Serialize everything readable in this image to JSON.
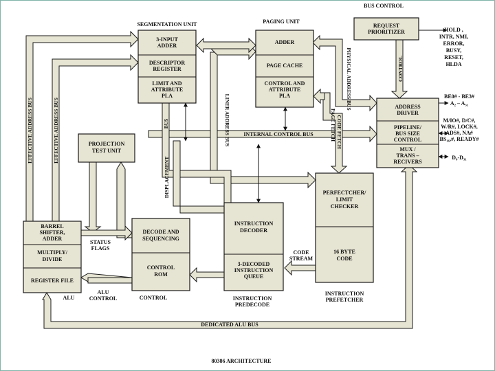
{
  "title": "80386 ARCHITECTURE",
  "sections": {
    "bus_control": "BUS CONTROL",
    "segmentation_unit": "SEGMENTATION UNIT",
    "paging_unit": "PAGING UNIT",
    "control": "CONTROL",
    "alu": "ALU",
    "instruction_predecode": [
      "INSTRUCTION",
      "PREDECODE"
    ],
    "instruction_prefetcher": [
      "INSTRUCTION",
      "PREFETCHER"
    ]
  },
  "blocks": {
    "three_input_adder": [
      "3-INPUT",
      "ADDER"
    ],
    "descriptor_register": [
      "DESCRIPTOR",
      "REGISTER"
    ],
    "limit_attr_pla": [
      "LIMIT AND",
      "ATTRIBUTE",
      "PLA"
    ],
    "paging_adder": [
      "ADDER"
    ],
    "page_cache": [
      "PAGE CACHE"
    ],
    "control_attr_pla": [
      "CONTROL AND",
      "ATTRIBUTE",
      "PLA"
    ],
    "request_prioritizer": [
      "REQUEST",
      "PRIORITIZER"
    ],
    "address_driver": [
      "ADDRESS",
      "DRIVER"
    ],
    "pipeline_bus_size": [
      "PIPELINE/",
      "BUS SIZE",
      "CONTROL"
    ],
    "mux_transceivers": [
      "MUX /",
      "TRANS –",
      "RECIVERS"
    ],
    "projection_test_unit": [
      "PROJECTION",
      "TEST UNIT"
    ],
    "barrel_shifter": [
      "BARREL",
      "SHIFTER,",
      "ADDER"
    ],
    "multiply_divide": [
      "MULTIPLY/",
      "DIVIDE"
    ],
    "register_file": [
      "REGISTER FILE"
    ],
    "decode_sequencing": [
      "DECODE AND",
      "SEQUENCING"
    ],
    "control_rom": [
      "CONTROL",
      "ROM"
    ],
    "instruction_decoder": [
      "INSTRUCTION",
      "DECODER"
    ],
    "decoded_queue": [
      "3-DECODED",
      "INSTRUCTION",
      "QUEUE"
    ],
    "prefetcher_checker": [
      "PERFECTCHER/",
      "LIMIT",
      "CHECKER"
    ],
    "code_queue": [
      "16 BYTE",
      "CODE"
    ]
  },
  "labels": {
    "effective_address_bus_1": "EFFECTIVE ADDRESS BUS",
    "effective_address_bus_2": "EFFECTIVE ADDRESS BUS",
    "liner_address_bus": "LINER ADDRESS BUS",
    "physical_address_bus": "PHYSICAL ADDRESS BUS",
    "control_bus": "CONTROL",
    "code_fetch": "CODE FETCH",
    "page_fetch": "PAGE FETCH",
    "bus": "BUS",
    "displacement": "DISPLACEMENT",
    "internal_control_bus": "INTERNAL CONTROL BUS",
    "status_flags": [
      "STATUS",
      "FLAGS"
    ],
    "alu_control": [
      "ALU",
      "CONTROL"
    ],
    "code_stream": [
      "CODE",
      "STREAM"
    ],
    "dedicated_alu_bus": "DEDICATED ALU BUS"
  },
  "pins": {
    "request": [
      "HOLD ,",
      "INTR, NMI,",
      "ERROR,",
      "BUSY,",
      "RESET,",
      "HLDA"
    ],
    "byte_enable": "BE0# - BE3#",
    "address_lines": "A₂ – A₃₁",
    "control_signals": [
      "M/IO#, D/C#,",
      "W/R#, LOCK#,",
      "ADS#, NA#",
      "BS₁₆,#, READY#"
    ],
    "data_lines": "D₀-D₃₁"
  }
}
